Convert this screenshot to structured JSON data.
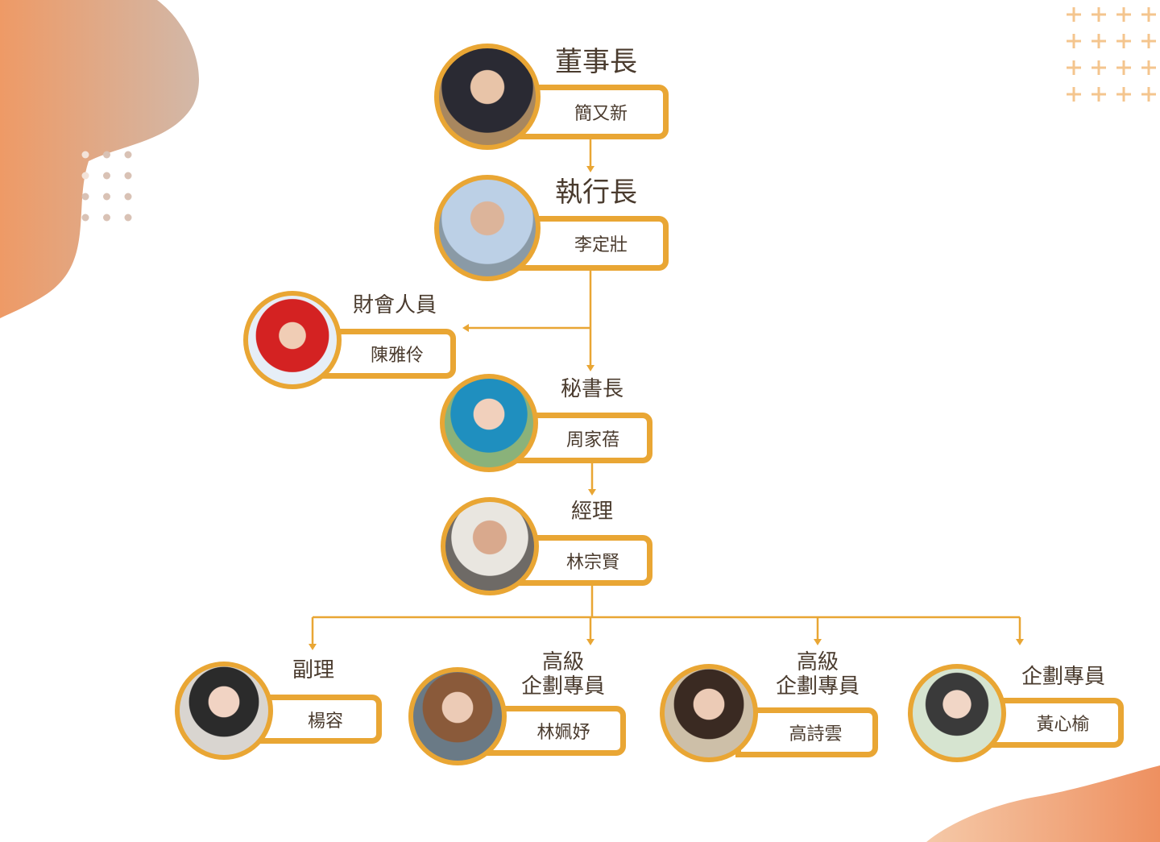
{
  "accent_color": "#E9A634",
  "nodes": [
    {
      "id": "chairman",
      "title": "董事長",
      "name": "簡又新"
    },
    {
      "id": "ceo",
      "title": "執行長",
      "name": "李定壯"
    },
    {
      "id": "finance",
      "title": "財會人員",
      "name": "陳雅伶"
    },
    {
      "id": "secretary-general",
      "title": "秘書長",
      "name": "周家蓓"
    },
    {
      "id": "manager",
      "title": "經理",
      "name": "林宗賢"
    },
    {
      "id": "deputy-manager",
      "title": "副理",
      "name": "楊容"
    },
    {
      "id": "senior-planner-1",
      "title": "高級\n企劃專員",
      "name": "林姵妤"
    },
    {
      "id": "senior-planner-2",
      "title": "高級\n企劃專員",
      "name": "高詩雲"
    },
    {
      "id": "planner",
      "title": "企劃專員",
      "name": "黃心榆"
    }
  ]
}
